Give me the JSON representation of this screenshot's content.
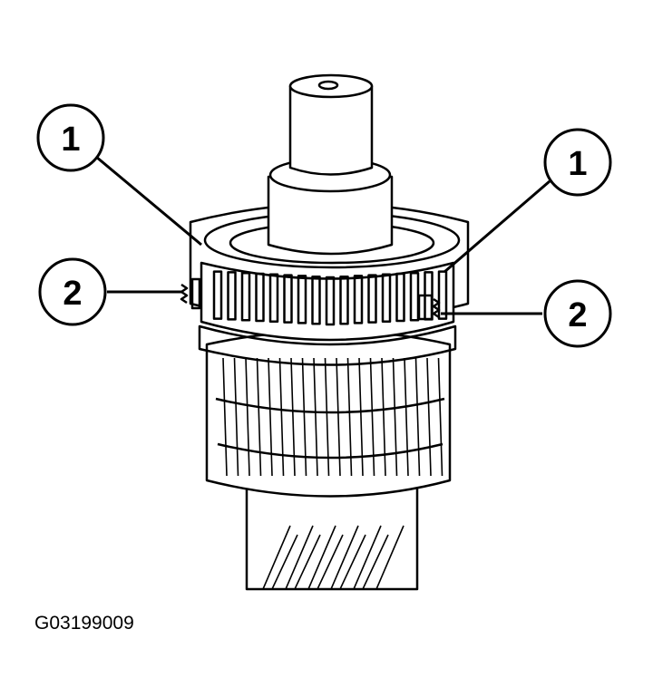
{
  "figure": {
    "id": "G03199009",
    "callouts": [
      {
        "label": "1"
      },
      {
        "label": "1"
      },
      {
        "label": "2"
      },
      {
        "label": "2"
      }
    ]
  }
}
